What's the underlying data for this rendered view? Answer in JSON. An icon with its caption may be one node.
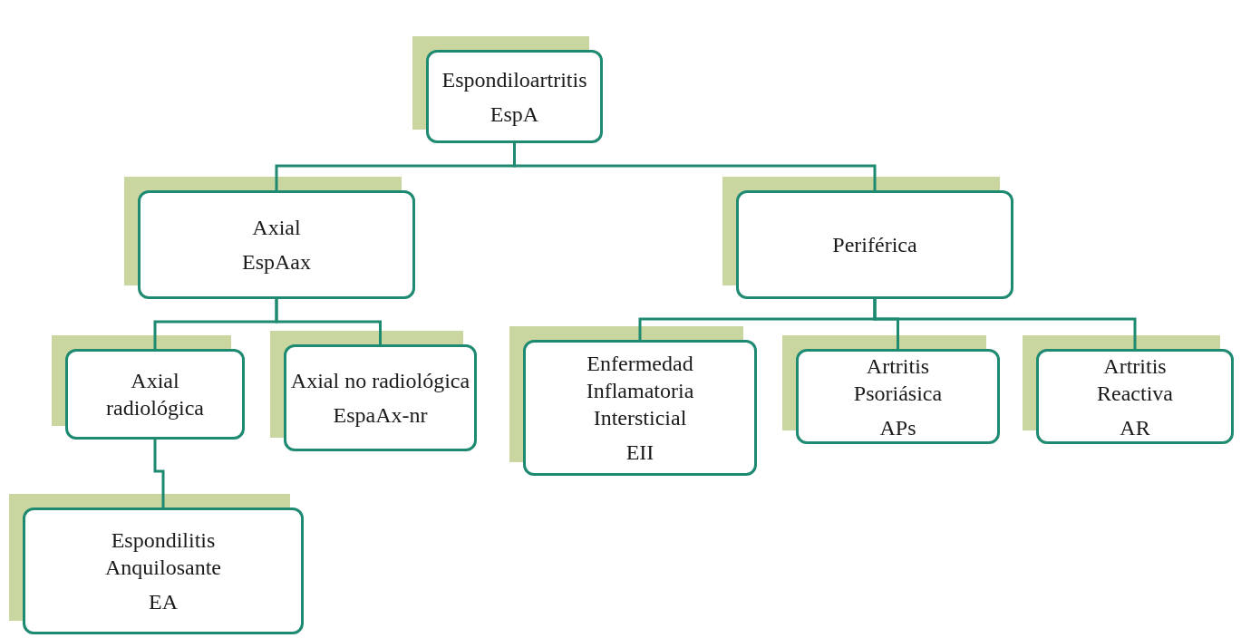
{
  "diagram": {
    "nodes": [
      {
        "text": [
          "Espondiloartritis",
          "EspA"
        ]
      },
      {
        "text": [
          "Axial",
          "EspAax"
        ]
      },
      {
        "text": [
          "Periférica"
        ]
      },
      {
        "text": [
          "Axial radiológica"
        ]
      },
      {
        "text": [
          "Axial no radiológica",
          "EspaAx-nr"
        ]
      },
      {
        "text": [
          "Enfermedad Inflamatoria Intersticial",
          "EII"
        ]
      },
      {
        "text": [
          "Artritis Psoriásica",
          "APs"
        ]
      },
      {
        "text": [
          "Artritis Reactiva",
          "AR"
        ]
      },
      {
        "text": [
          "Espondilitis Anquilosante",
          "EA"
        ]
      }
    ],
    "edges": [
      {
        "from": 0,
        "to": 1,
        "arrow": "none"
      },
      {
        "from": 0,
        "to": 2,
        "arrow": "none"
      },
      {
        "from": 1,
        "to": 3,
        "arrow": "none"
      },
      {
        "from": 1,
        "to": 4,
        "arrow": "none"
      },
      {
        "from": 2,
        "to": 5,
        "arrow": "none"
      },
      {
        "from": 2,
        "to": 6,
        "arrow": "none"
      },
      {
        "from": 2,
        "to": 7,
        "arrow": "none"
      },
      {
        "from": 3,
        "to": 8,
        "arrow": "none"
      }
    ]
  }
}
